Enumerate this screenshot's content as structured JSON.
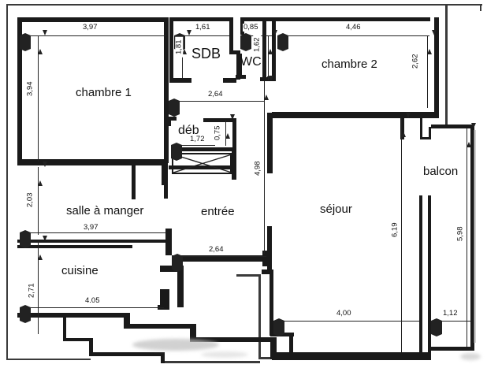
{
  "plan": {
    "type": "apartment-floor-plan",
    "rooms": {
      "chambre1": "chambre 1",
      "sdb": "SDB",
      "wc": "WC",
      "chambre2": "chambre 2",
      "deb": "déb",
      "salle_a_manger": "salle à manger",
      "entree": "entrée",
      "sejour": "séjour",
      "balcon": "balcon",
      "cuisine": "cuisine"
    },
    "dimensions_m": {
      "chambre1_width": "3,97",
      "sdb_width": "1,61",
      "wc_width": "0,85",
      "chambre2_width": "4,46",
      "sdb_height": "1,81",
      "wc_height": "1,62",
      "chambre2_height": "2,62",
      "chambre1_height": "3,94",
      "hall_width": "2,64",
      "deb_width": "1,72",
      "deb_height": "0,75",
      "entree_height": "4,98",
      "salle_height": "2,03",
      "salle_width": "3,97",
      "cuisine_height": "2,71",
      "cuisine_width": "4.05",
      "entree_width": "2,64",
      "sejour_height": "6,19",
      "balcon_height": "5,98",
      "sejour_width": "4,00",
      "balcon_width": "1,12"
    },
    "colors": {
      "wall": "#1a1a1a",
      "outline": "#3a3a3a",
      "dimension": "#222222",
      "background": "#ffffff"
    }
  }
}
